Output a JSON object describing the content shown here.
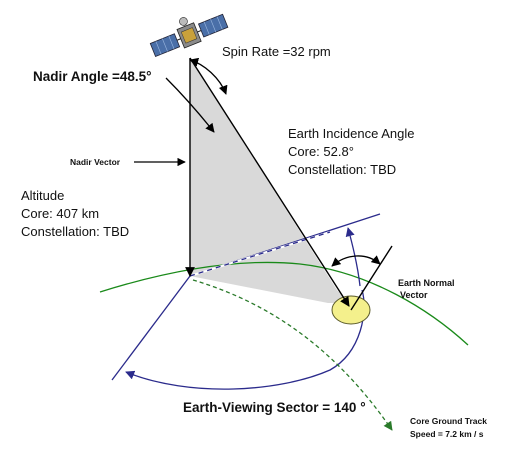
{
  "colors": {
    "orbit": "#1a8a1a",
    "ground_track": "#2a7a2a",
    "scan_line": "#2b2b8c",
    "swath_fill": "#d9d9d9",
    "footprint_fill": "#f4f08c",
    "arrow": "#000000"
  },
  "labels": {
    "spin_rate": "Spin Rate =32 rpm",
    "nadir_angle": "Nadir Angle =48.5°",
    "nadir_vector": "Nadir Vector",
    "eia_title": "Earth Incidence Angle",
    "eia_core": "Core:  52.8°",
    "eia_const": "Constellation:  TBD",
    "alt_title": "Altitude",
    "alt_core": "Core:  407 km",
    "alt_const": "Constellation:  TBD",
    "earth_normal_1": "Earth Normal",
    "earth_normal_2": "Vector",
    "viewing_sector": "Earth-Viewing Sector = 140 °",
    "ground_track_1": "Core Ground Track",
    "ground_track_2": "Speed = 7.2 km / s"
  },
  "icons": {
    "satellite": "satellite-icon"
  }
}
